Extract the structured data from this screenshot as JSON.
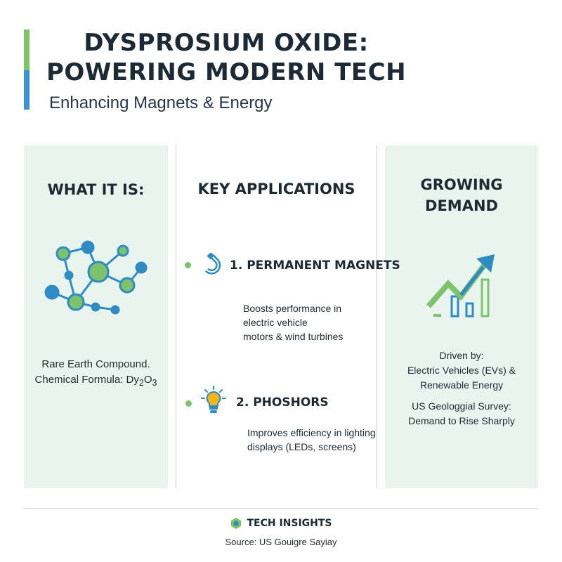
{
  "header": {
    "title_line1": "DYSPROSIUM OXIDE:",
    "title_line2": "POWERING MODERN TECH",
    "subtitle": "Enhancing Magnets & Energy"
  },
  "left_column": {
    "heading": "WHAT IT IS:",
    "icon": "molecule-icon",
    "line1": "Rare Earth Compound.",
    "formula_prefix": "Chemical Formula: Dy",
    "formula_sub1": "2",
    "formula_mid": "O",
    "formula_sub2": "3"
  },
  "middle_column": {
    "heading": "KEY APPLICATIONS",
    "applications": [
      {
        "icon": "magnet-icon",
        "title": "1. PERMANENT MAGNETS",
        "desc_line1": "Boosts performance in",
        "desc_line2": "electric vehicle",
        "desc_line3": "motors & wind turbines"
      },
      {
        "icon": "lightbulb-icon",
        "title": "2. PHOSHORS",
        "desc_line1": "Improves efficiency in lighting",
        "desc_line2": "displays (LEDs, screens)"
      }
    ]
  },
  "right_column": {
    "heading_line1": "GROWING",
    "heading_line2": "DEMAND",
    "icon": "growth-chart-icon",
    "driven_line1": "Driven by:",
    "driven_line2": "Electric Vehicles (EVs) &",
    "driven_line3": "Renewable Energy",
    "survey_line1": "US Geologgial Survey:",
    "survey_line2": "Demand to Rise Sharply"
  },
  "footer": {
    "brand_icon": "tech-insights-logo-icon",
    "brand_name": "TECH INSIGHTS",
    "source": "Source: US Gouigre Sayiay"
  },
  "colors": {
    "green": "#7cc36b",
    "blue": "#3a93cc",
    "panel_bg": "#eaf4ef",
    "text": "#1e2a33"
  }
}
